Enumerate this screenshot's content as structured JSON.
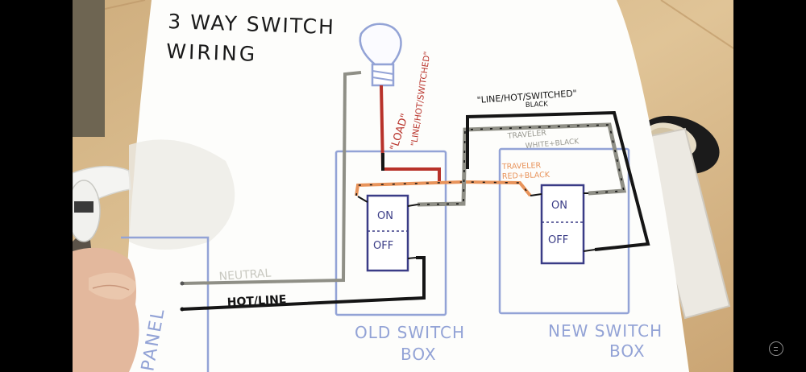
{
  "diagram": {
    "title_line1": "3 WAY SWITCH",
    "title_line2": "WIRING",
    "wire_labels": {
      "load": "\"LOAD\"",
      "line_hot_switched_vertical": "\"LINE/HOT/SWITCHED\"",
      "line_hot_switched_top": "\"LINE/HOT/SWITCHED\"",
      "black": "BLACK",
      "traveler_white": "TRAVELER",
      "white_black": "WHITE+BLACK",
      "traveler_red": "TRAVELER",
      "red_black": "RED+BLACK",
      "neutral": "NEUTRAL",
      "hot_line": "HOT/LINE"
    },
    "switch_labels": {
      "old_on": "ON",
      "old_off": "OFF",
      "new_on": "ON",
      "new_off": "OFF"
    },
    "box_labels": {
      "old_line1": "OLD SWITCH",
      "old_line2": "BOX",
      "new_line1": "NEW SWITCH",
      "new_line2": "BOX",
      "panel": "PANEL"
    }
  },
  "colors": {
    "paper": "#fdfdfb",
    "wood": "#d8b98a",
    "ink": "#151515",
    "red_wire": "#b8322a",
    "orange_wire": "#e8935a",
    "gray_wire": "#8f8f86",
    "blue_box": "#93a3d6",
    "switch_blue": "#3a3c86"
  }
}
